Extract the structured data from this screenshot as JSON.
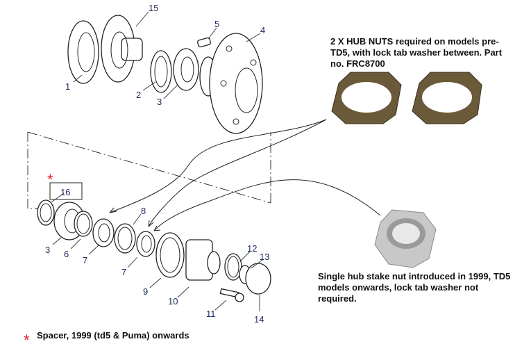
{
  "notes": {
    "hub_nuts": "2 X HUB NUTS required on models pre-TD5, with lock tab washer between. Part no. FRC8700",
    "stake_nut": "Single hub stake nut introduced in 1999, TD5 models onwards, lock tab washer not required.",
    "spacer": "Spacer, 1999 (td5 & Puma) onwards"
  },
  "part_labels": [
    "15",
    "5",
    "4",
    "1",
    "2",
    "3",
    "16",
    "3",
    "6",
    "7",
    "8",
    "7",
    "9",
    "10",
    "11",
    "12",
    "13",
    "14"
  ],
  "colors": {
    "asterisk": "#e0202a",
    "label": "#1a2a5a",
    "nut_bronze": "#6b5a3a",
    "stake_nut": "#c8c8c8"
  }
}
